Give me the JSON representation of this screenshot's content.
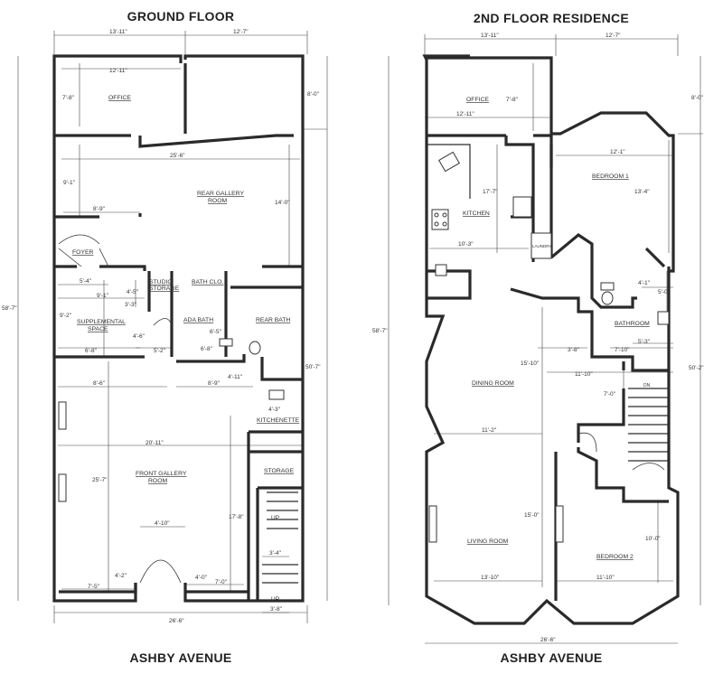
{
  "ground": {
    "title": "GROUND FLOOR",
    "street": "ASHBY AVENUE",
    "rooms": {
      "office": "OFFICE",
      "rear_gallery_1": "REAR GALLERY",
      "rear_gallery_2": "ROOM",
      "foyer": "FOYER",
      "studio_storage_1": "STUDIO",
      "studio_storage_2": "STORAGE",
      "bath_clo": "BATH CLO.",
      "ada_bath": "ADA BATH",
      "rear_bath": "REAR BATH",
      "supplemental_1": "SUPPLEMENTAL",
      "supplemental_2": "SPACE",
      "kitchenette": "KITCHENETTE",
      "storage": "STORAGE",
      "front_gallery_1": "FRONT GALLERY",
      "front_gallery_2": "ROOM",
      "up1": "UP",
      "up2": "UP"
    },
    "dims": {
      "top_left": "13'-11\"",
      "top_right": "12'-7\"",
      "office_w": "12'-11\"",
      "office_h": "7'-8\"",
      "right_8": "8'-0\"",
      "rear_w": "25'-6\"",
      "rear_h_left": "9'-1\"",
      "rear_8_9": "8'-9\"",
      "rear_14": "14'-0\"",
      "left_total": "58'-7\"",
      "supp_5_4": "5'-4\"",
      "supp_9_1": "9'-1\"",
      "supp_4_5": "4'-5\"",
      "supp_3_3": "3'-3\"",
      "supp_9_2": "9'-2\"",
      "supp_4_6": "4'-6\"",
      "supp_6_8": "6'-8\"",
      "supp_5_2": "5'-2\"",
      "bath_6_5": "6'-5\"",
      "bath_6_8": "6'-8\"",
      "right_50_7": "50'-7\"",
      "d_4_11": "4'-11\"",
      "d_8_6": "8'-6\"",
      "d_8_9": "8'-9\"",
      "d_4_3": "4'-3\"",
      "front_w": "20'-11\"",
      "front_h": "25'-7\"",
      "d_17_8": "17'-8\"",
      "d_4_10": "4'-10\"",
      "d_3_4": "3'-4\"",
      "d_4_2": "4'-2\"",
      "d_4_0": "4'-0\"",
      "d_7_0": "7'-0\"",
      "d_7_5": "7'-5\"",
      "d_3_8": "3'-8\"",
      "bottom": "26'-6\""
    }
  },
  "second": {
    "title": "2ND FLOOR RESIDENCE",
    "street": "ASHBY AVENUE",
    "rooms": {
      "office": "OFFICE",
      "bedroom1": "BEDROOM 1",
      "kitchen": "KITCHEN",
      "laundry": "LAUNDRY",
      "bathroom": "BATHROOM",
      "dining": "DINING ROOM",
      "living": "LIVING ROOM",
      "bedroom2": "BEDROOM 2",
      "dn": "DN"
    },
    "dims": {
      "top_left": "13'-11\"",
      "top_right": "12'-7\"",
      "office_h": "7'-8\"",
      "office_w": "12'-11\"",
      "right_8": "8'-0\"",
      "bed1_w": "12'-1\"",
      "bed1_h": "13'-4\"",
      "kitchen_h": "17'-7\"",
      "kitchen_w": "10'-3\"",
      "d_4_1": "4'-1\"",
      "d_5_0": "5'-0\"",
      "left_total": "58'-7\"",
      "d_5_3": "5'-3\"",
      "d_3_8": "3'-8\"",
      "d_7_10": "7'-10\"",
      "dining_h": "15'-10\"",
      "d_11_10": "11'-10\"",
      "right_50_2": "50'-2\"",
      "d_7_0": "7'-0\"",
      "dining_w": "11'-2\"",
      "living_h": "15'-0\"",
      "d_10_0": "10'-0\"",
      "living_w": "13'-10\"",
      "bed2_w": "11'-10\"",
      "bottom": "26'-6\""
    }
  }
}
